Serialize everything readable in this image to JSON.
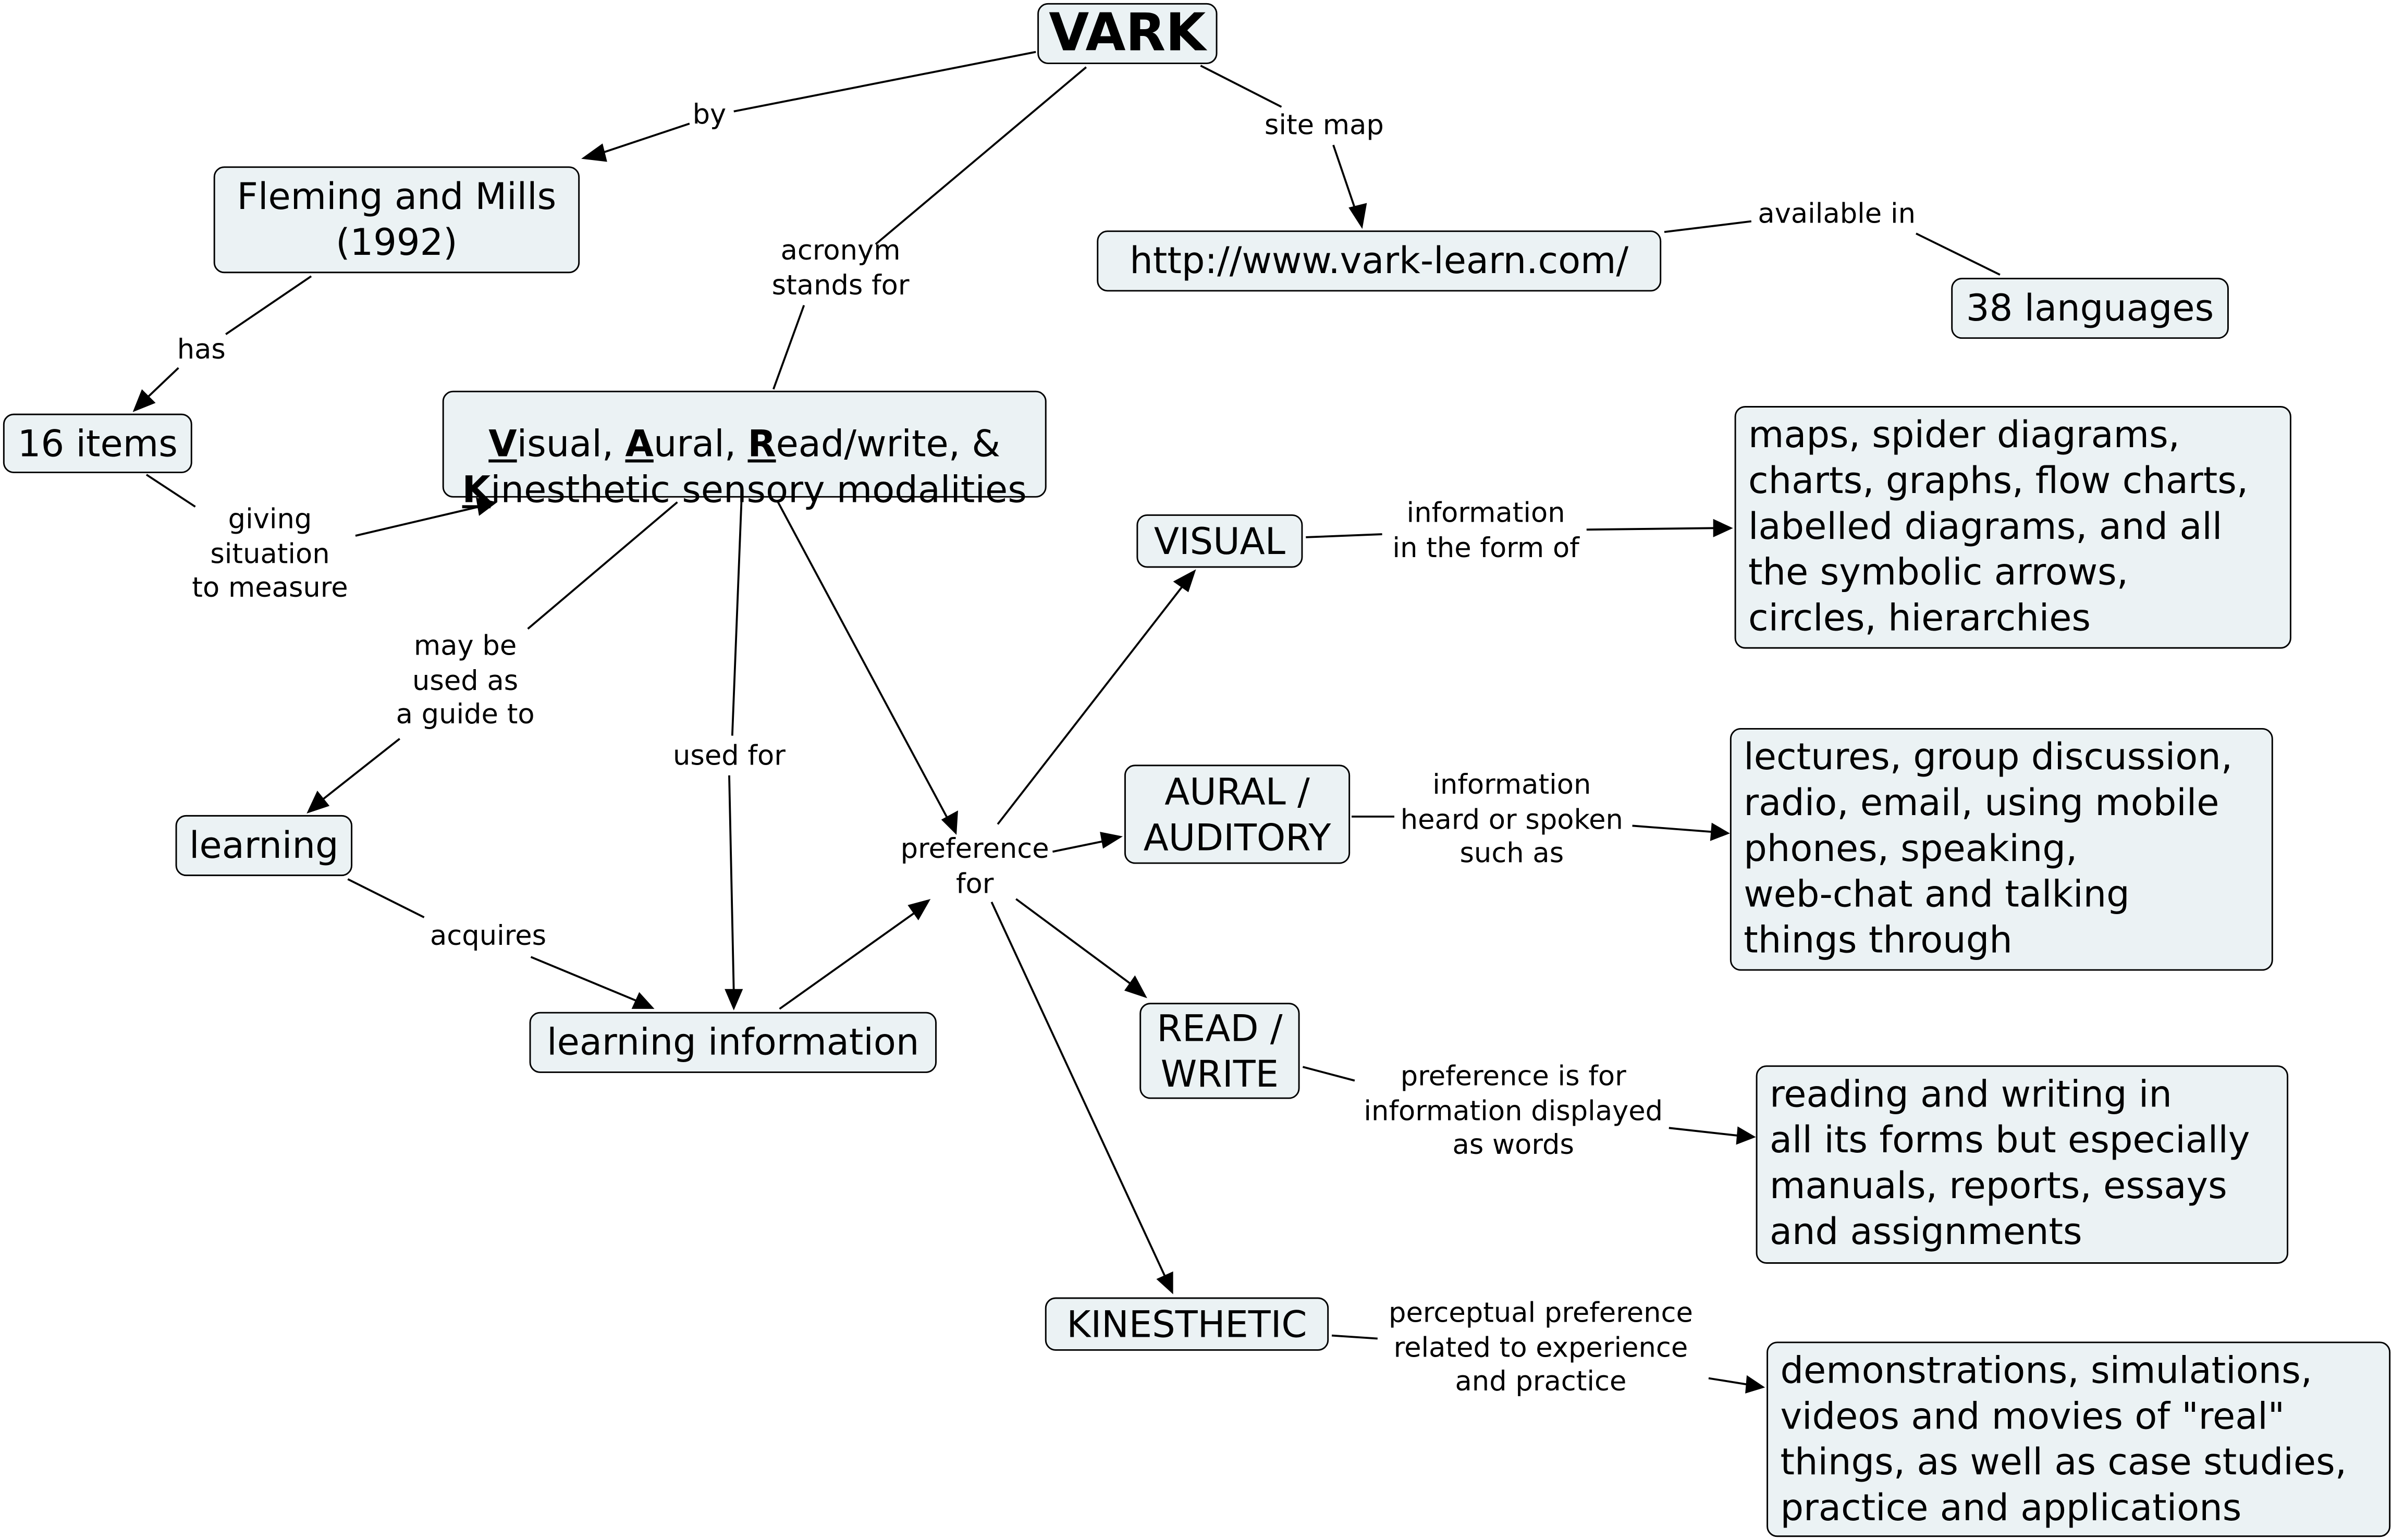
{
  "diagram": {
    "type": "concept-map",
    "root": "VARK",
    "colors": {
      "node_fill": "#ebf2f4",
      "node_border": "#000000",
      "line": "#000000",
      "background": "#ffffff"
    },
    "nodes": {
      "vark": "VARK",
      "fleming": "Fleming and Mills\n(1992)",
      "url": "http://www.vark-learn.com/",
      "languages": "38 languages",
      "items": "16 items",
      "modalities": {
        "initials": [
          "V",
          "A",
          "R",
          "K"
        ],
        "parts": [
          "isual, ",
          "ural, ",
          "ead/write, &",
          "inesthetic sensory modalities"
        ],
        "full_text": "Visual, Aural, Read/write, & Kinesthetic sensory modalities"
      },
      "learning": "learning",
      "learning_info": "learning information",
      "visual": "VISUAL",
      "aural": "AURAL /\nAUDITORY",
      "readwrite": "READ /\nWRITE",
      "kinesthetic": "KINESTHETIC",
      "visual_examples": "maps, spider diagrams,\ncharts, graphs, flow charts,\nlabelled diagrams, and all\nthe symbolic arrows,\ncircles, hierarchies",
      "aural_examples": "lectures, group discussion,\nradio, email, using mobile\nphones, speaking,\nweb-chat and talking\nthings through",
      "readwrite_examples": "reading and writing in\nall its forms but especially\nmanuals, reports, essays\nand assignments",
      "kinesthetic_examples": "demonstrations, simulations,\nvideos and movies of \"real\"\nthings, as well as case studies,\npractice and applications"
    },
    "link_labels": {
      "by": "by",
      "site_map": "site map",
      "available_in": "available in",
      "acronym": "acronym\nstands for",
      "has": "has",
      "giving": "giving\nsituation\nto measure",
      "guide": "may be\nused as\na guide to",
      "used_for": "used for",
      "acquires": "acquires",
      "preference_for": "preference\nfor",
      "visual_info": "information\nin the form of",
      "aural_info": "information\nheard or spoken\nsuch as",
      "readwrite_info": "preference is for\ninformation displayed\nas words",
      "kinesthetic_info": "perceptual preference\nrelated to experience\nand practice"
    },
    "connections": [
      {
        "from": "VARK",
        "label": "by",
        "to": "Fleming and Mills (1992)"
      },
      {
        "from": "VARK",
        "label": "site map",
        "to": "http://www.vark-learn.com/"
      },
      {
        "from": "http://www.vark-learn.com/",
        "label": "available in",
        "to": "38 languages"
      },
      {
        "from": "VARK",
        "label": "acronym stands for",
        "to": "Visual, Aural, Read/write, & Kinesthetic sensory modalities"
      },
      {
        "from": "Fleming and Mills (1992)",
        "label": "has",
        "to": "16 items"
      },
      {
        "from": "16 items",
        "label": "giving situation to measure",
        "to": "Visual, Aural, Read/write, & Kinesthetic sensory modalities"
      },
      {
        "from": "Visual, Aural, Read/write, & Kinesthetic sensory modalities",
        "label": "may be used as a guide to",
        "to": "learning"
      },
      {
        "from": "Visual, Aural, Read/write, & Kinesthetic sensory modalities",
        "label": "used for",
        "to": "learning information"
      },
      {
        "from": "Visual, Aural, Read/write, & Kinesthetic sensory modalities",
        "label": "preference for",
        "to": "VISUAL / AURAL / READ / WRITE / KINESTHETIC"
      },
      {
        "from": "learning",
        "label": "acquires",
        "to": "learning information"
      },
      {
        "from": "learning information",
        "label": "preference for",
        "to": "VISUAL / AURAL / READ / WRITE / KINESTHETIC"
      },
      {
        "from": "VISUAL",
        "label": "information in the form of",
        "to": "maps, spider diagrams, ..."
      },
      {
        "from": "AURAL / AUDITORY",
        "label": "information heard or spoken such as",
        "to": "lectures, group discussion, ..."
      },
      {
        "from": "READ / WRITE",
        "label": "preference is for information displayed as words",
        "to": "reading and writing in ..."
      },
      {
        "from": "KINESTHETIC",
        "label": "perceptual preference related to experience and practice",
        "to": "demonstrations, simulations, ..."
      }
    ]
  }
}
